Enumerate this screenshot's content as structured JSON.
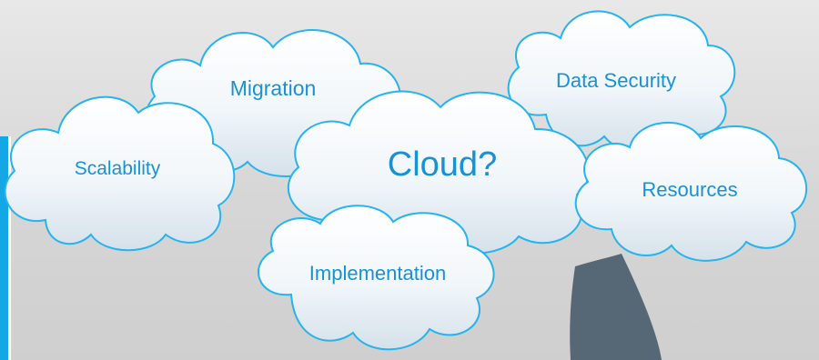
{
  "clouds": {
    "migration": "Migration",
    "data_security": "Data Security",
    "scalability": "Scalability",
    "center": "Cloud?",
    "resources": "Resources",
    "implementation": "Implementation"
  },
  "colors": {
    "text": "#1891d6",
    "outline": "#26b3ee",
    "accent": "#14a7e6",
    "background": "#d9d9d9",
    "figure": "#566775"
  }
}
